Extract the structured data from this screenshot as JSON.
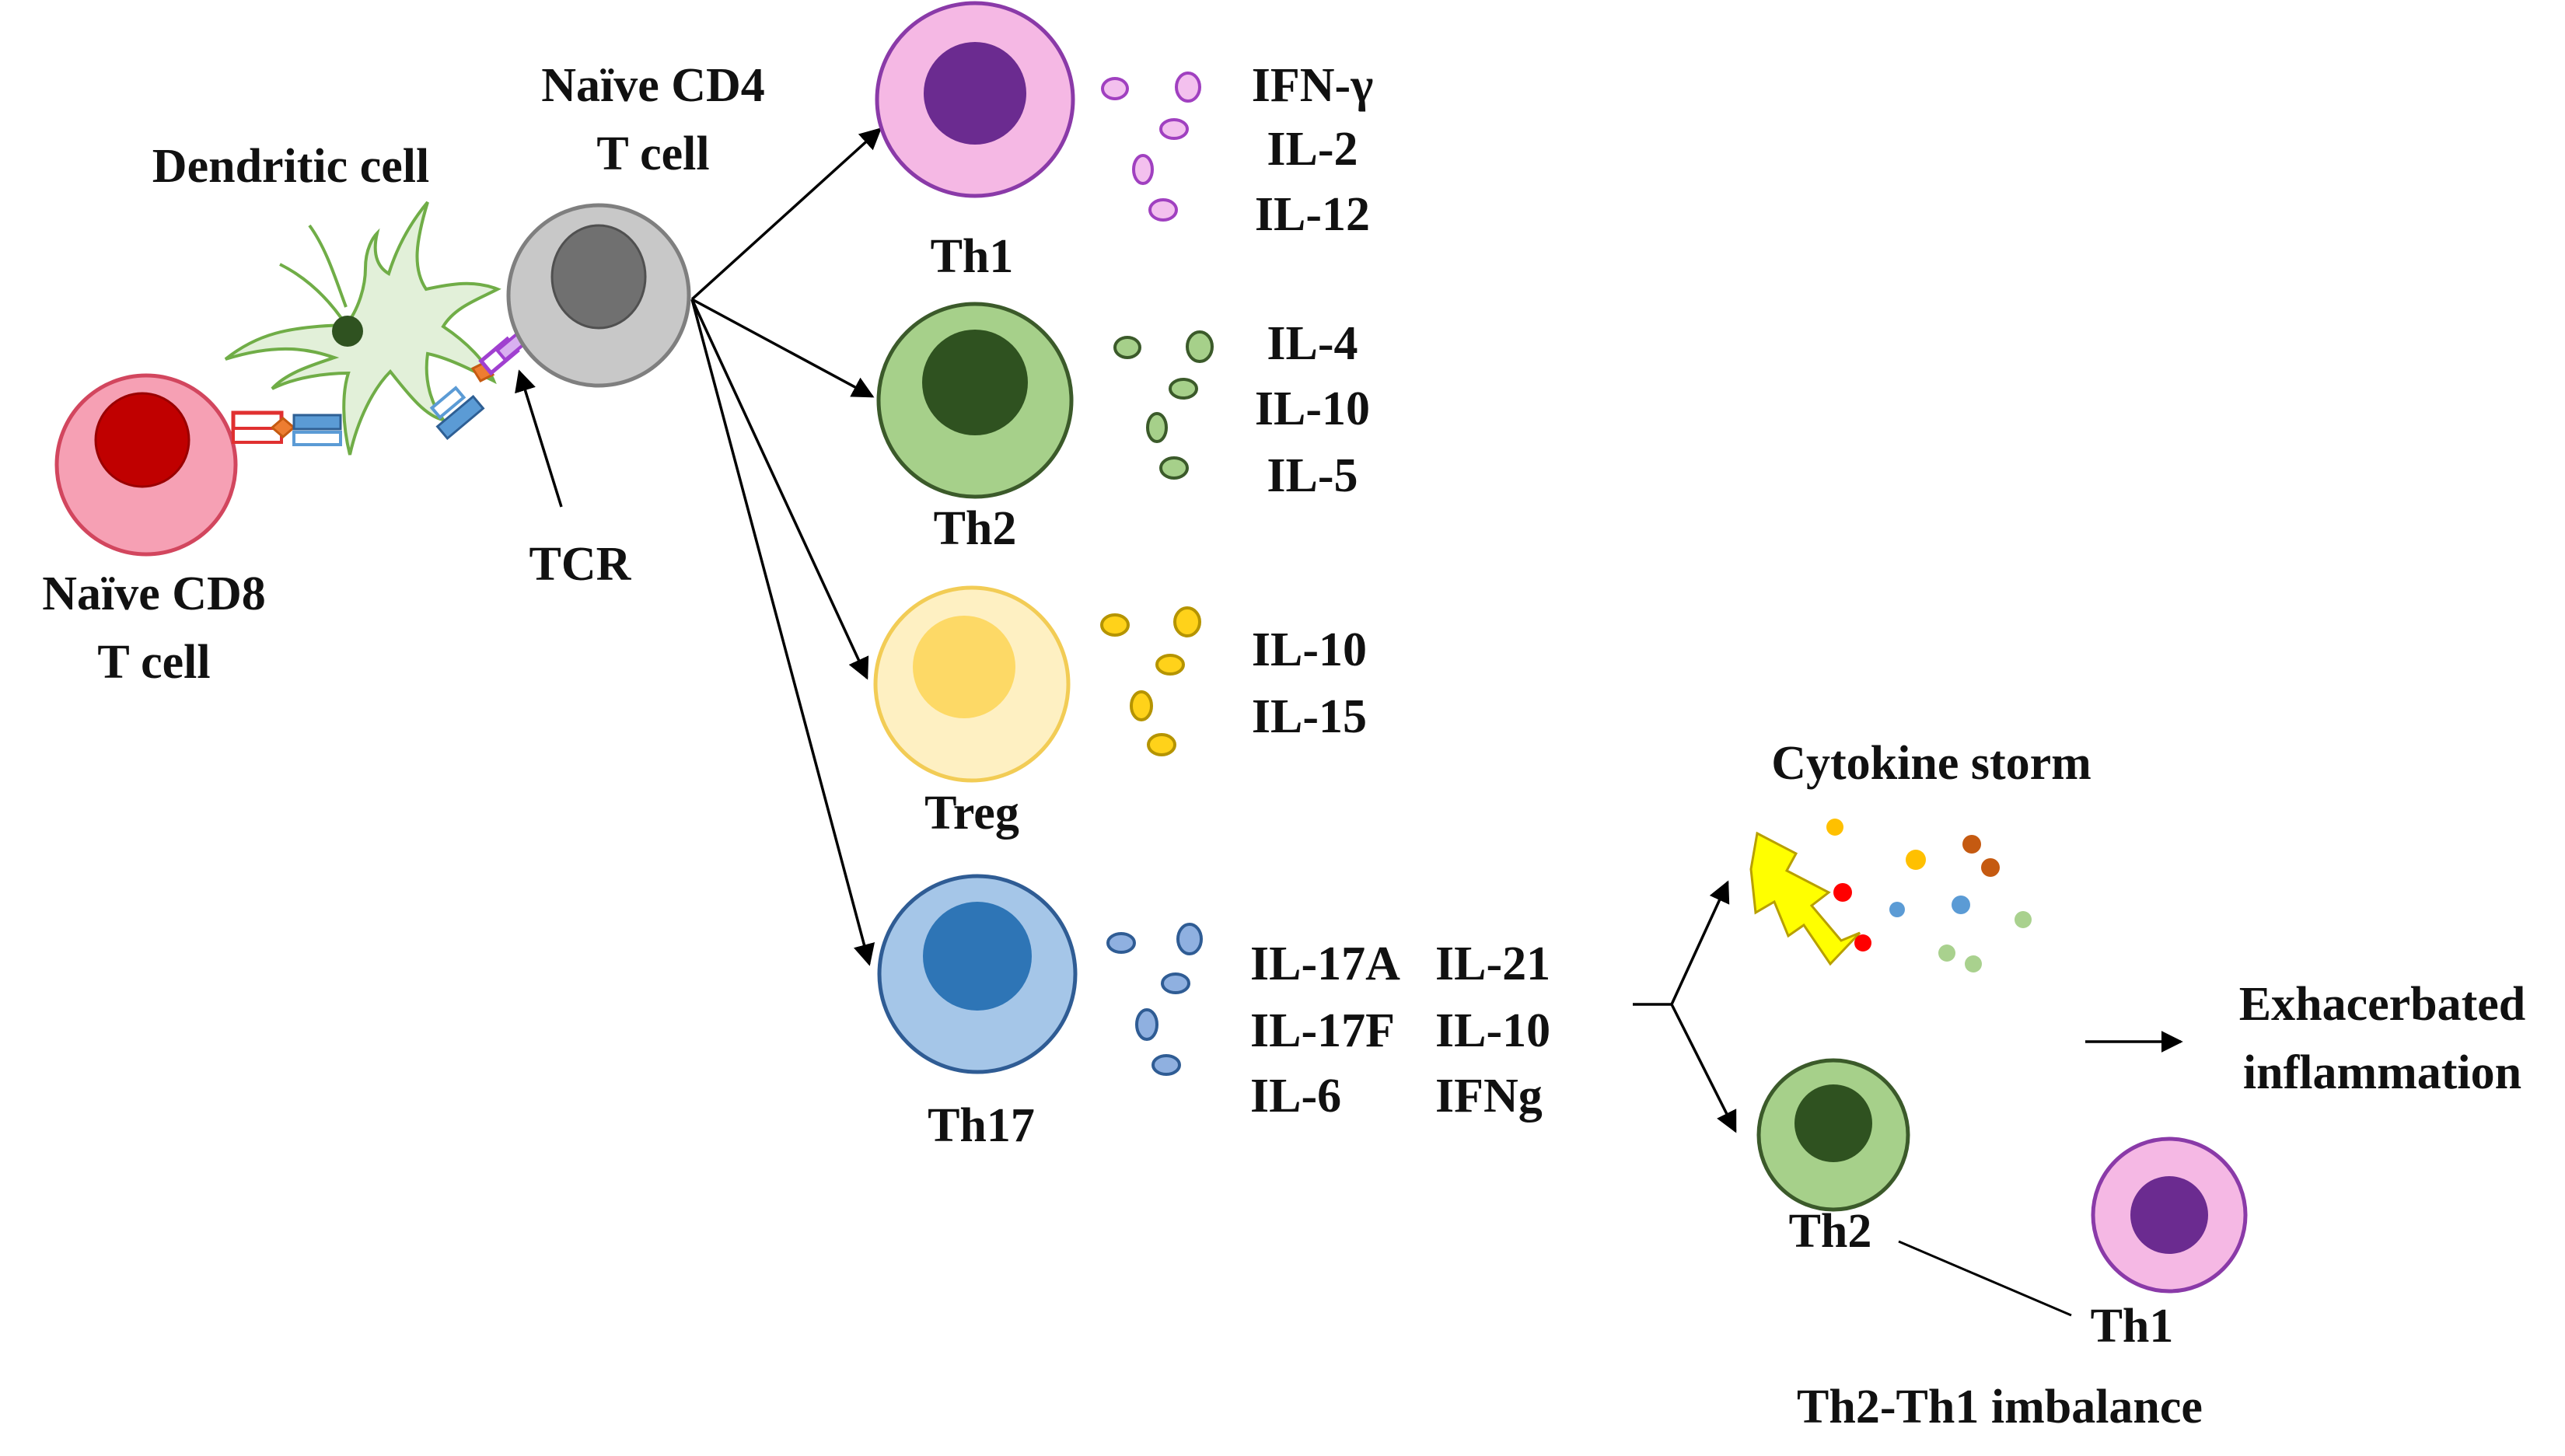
{
  "labels": {
    "dendritic_cell": "Dendritic cell",
    "naive_cd4_line1": "Naïve CD4",
    "naive_cd4_line2": "T cell",
    "naive_cd8_line1": "Naïve CD8",
    "naive_cd8_line2": "T cell",
    "tcr": "TCR",
    "th1": "Th1",
    "th2": "Th2",
    "treg": "Treg",
    "th17": "Th17",
    "cytokine_storm": "Cytokine storm",
    "exacerbated_line1": "Exhacerbated",
    "exacerbated_line2": "inflammation",
    "th2_small": "Th2",
    "th1_small": "Th1",
    "imbalance": "Th2-Th1 imbalance"
  },
  "cytokines": {
    "th1": [
      "IFN-γ",
      "IL-2",
      "IL-12"
    ],
    "th2": [
      "IL-4",
      "IL-10",
      "IL-5"
    ],
    "treg": [
      "IL-10",
      "IL-15"
    ],
    "th17_col1": [
      "IL-17A",
      "IL-17F",
      "IL-6"
    ],
    "th17_col2": [
      "IL-21",
      "IL-10",
      "IFNg"
    ]
  },
  "colors": {
    "th1_outer": "#f5b8e4",
    "th1_inner": "#6b2b90",
    "th1_stroke": "#8a3aa8",
    "th2_outer": "#a6d08a",
    "th2_inner": "#2f5220",
    "th2_stroke": "#3b5a2a",
    "treg_outer": "#fef0c2",
    "treg_inner": "#fdd966",
    "treg_stroke": "#f2cc55",
    "th17_outer": "#a5c6e8",
    "th17_inner": "#2e75b6",
    "th17_stroke": "#2f5c94",
    "cd4_outer": "#c8c8c8",
    "cd4_inner": "#707070",
    "cd8_outer": "#f6a0b4",
    "cd8_inner": "#c00000",
    "cd8_stroke": "#d2465e",
    "dendritic": "#e2f0d9",
    "dendritic_nucleus": "#2f5220",
    "lightning": "#ffff00"
  }
}
